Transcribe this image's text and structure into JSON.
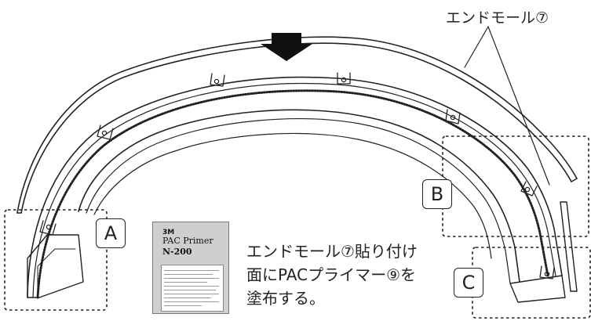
{
  "labels": {
    "end_mall_top": "エンドモール⑦",
    "caption_line1": "エンドモール⑦貼り付け",
    "caption_line2": "面にPACプライマー⑨を",
    "caption_line3": "塗布する。",
    "box_a": "A",
    "box_b": "B",
    "box_c": "C"
  },
  "product": {
    "brand": "3M",
    "name": "PAC Primer",
    "model": "N-200"
  },
  "colors": {
    "line": "#222222",
    "arrow": "#111111",
    "product_bg": "#cfcfcf"
  }
}
